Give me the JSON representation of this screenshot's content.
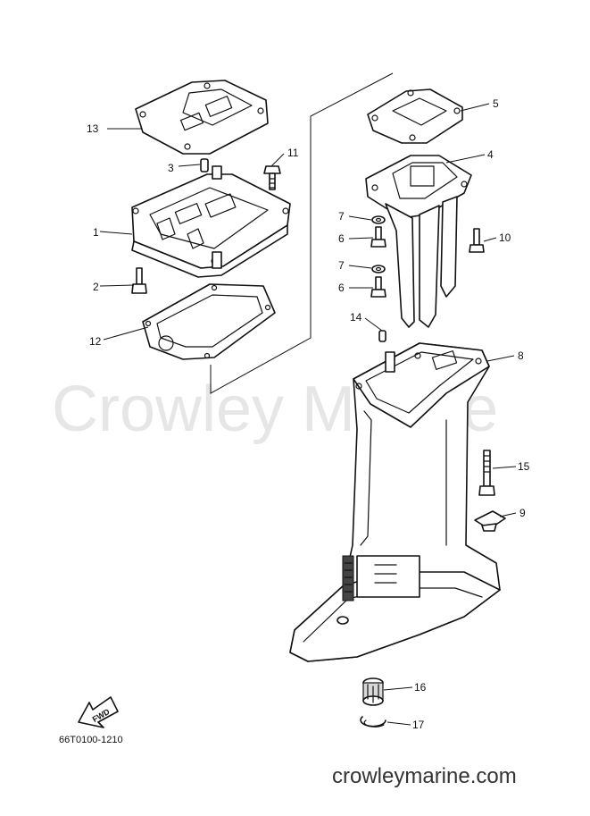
{
  "watermark": "Crowley Marine",
  "website": "crowleymarine.com",
  "diagram_code": "66T0100-1210",
  "fwd_label": "FWD",
  "callouts": {
    "c1": "1",
    "c2": "2",
    "c3": "3",
    "c4": "4",
    "c5": "5",
    "c6a": "6",
    "c6b": "6",
    "c7a": "7",
    "c7b": "7",
    "c8": "8",
    "c9": "9",
    "c10": "10",
    "c11": "11",
    "c12": "12",
    "c13": "13",
    "c14": "14",
    "c15": "15",
    "c16": "16",
    "c17": "17"
  },
  "colors": {
    "line": "#111111",
    "watermark": "#e6e6e6",
    "background": "#ffffff"
  }
}
